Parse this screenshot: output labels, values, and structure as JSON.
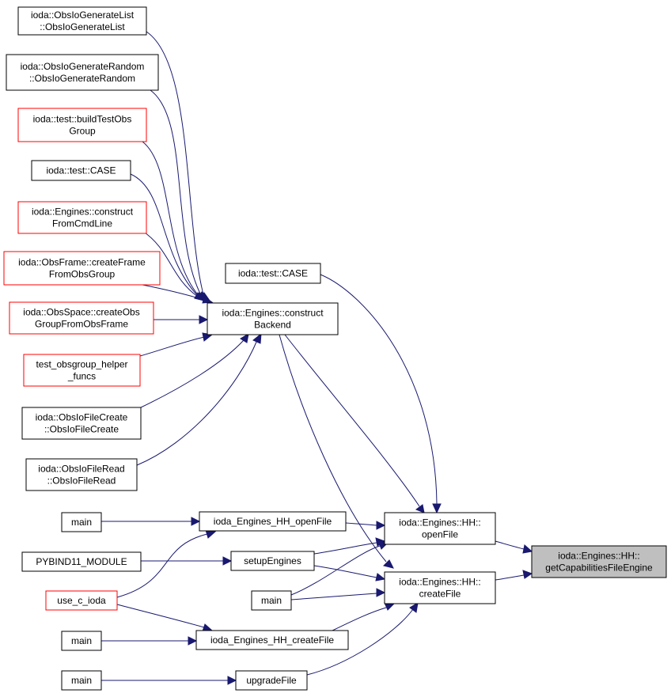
{
  "colors": {
    "edge": "#191970",
    "border_default": "#000000",
    "border_truncated": "#ff0000",
    "highlight_fill": "#bfbfbf"
  },
  "nodes": [
    {
      "id": "n_gen_list",
      "lines": [
        "ioda::ObsIoGenerateList",
        "::ObsIoGenerateList"
      ],
      "border": "black"
    },
    {
      "id": "n_gen_rand",
      "lines": [
        "ioda::ObsIoGenerateRandom",
        "::ObsIoGenerateRandom"
      ],
      "border": "black"
    },
    {
      "id": "n_build_test",
      "lines": [
        "ioda::test::buildTestObs",
        "Group"
      ],
      "border": "red"
    },
    {
      "id": "n_case1",
      "lines": [
        "ioda::test::CASE"
      ],
      "border": "black"
    },
    {
      "id": "n_construct_cmd",
      "lines": [
        "ioda::Engines::construct",
        "FromCmdLine"
      ],
      "border": "red"
    },
    {
      "id": "n_create_frame",
      "lines": [
        "ioda::ObsFrame::createFrame",
        "FromObsGroup"
      ],
      "border": "red"
    },
    {
      "id": "n_create_obs_group",
      "lines": [
        "ioda::ObsSpace::createObs",
        "GroupFromObsFrame"
      ],
      "border": "red"
    },
    {
      "id": "n_test_helper",
      "lines": [
        "test_obsgroup_helper",
        "_funcs"
      ],
      "border": "red"
    },
    {
      "id": "n_file_create",
      "lines": [
        "ioda::ObsIoFileCreate",
        "::ObsIoFileCreate"
      ],
      "border": "black"
    },
    {
      "id": "n_file_read",
      "lines": [
        "ioda::ObsIoFileRead",
        "::ObsIoFileRead"
      ],
      "border": "black"
    },
    {
      "id": "n_main1",
      "lines": [
        "main"
      ],
      "border": "black"
    },
    {
      "id": "n_pybind",
      "lines": [
        "PYBIND11_MODULE"
      ],
      "border": "black"
    },
    {
      "id": "n_use_c_ioda",
      "lines": [
        "use_c_ioda"
      ],
      "border": "red"
    },
    {
      "id": "n_main2",
      "lines": [
        "main"
      ],
      "border": "black"
    },
    {
      "id": "n_main3",
      "lines": [
        "main"
      ],
      "border": "black"
    },
    {
      "id": "n_case2",
      "lines": [
        "ioda::test::CASE"
      ],
      "border": "black"
    },
    {
      "id": "n_construct_backend",
      "lines": [
        "ioda::Engines::construct",
        "Backend"
      ],
      "border": "black"
    },
    {
      "id": "n_hh_openfile_c",
      "lines": [
        "ioda_Engines_HH_openFile"
      ],
      "border": "black"
    },
    {
      "id": "n_setup_engines",
      "lines": [
        "setupEngines"
      ],
      "border": "black"
    },
    {
      "id": "n_main_mid",
      "lines": [
        "main"
      ],
      "border": "black"
    },
    {
      "id": "n_hh_createfile_c",
      "lines": [
        "ioda_Engines_HH_createFile"
      ],
      "border": "black"
    },
    {
      "id": "n_upgrade_file",
      "lines": [
        "upgradeFile"
      ],
      "border": "black"
    },
    {
      "id": "n_hh_openfile",
      "lines": [
        "ioda::Engines::HH::",
        "openFile"
      ],
      "border": "black"
    },
    {
      "id": "n_hh_createfile",
      "lines": [
        "ioda::Engines::HH::",
        "createFile"
      ],
      "border": "black"
    },
    {
      "id": "n_get_caps",
      "lines": [
        "ioda::Engines::HH::",
        "getCapabilitiesFileEngine"
      ],
      "border": "black",
      "highlight": true
    }
  ],
  "edges": [
    {
      "from": "n_gen_list",
      "to": "n_construct_backend"
    },
    {
      "from": "n_gen_rand",
      "to": "n_construct_backend"
    },
    {
      "from": "n_build_test",
      "to": "n_construct_backend"
    },
    {
      "from": "n_case1",
      "to": "n_construct_backend"
    },
    {
      "from": "n_construct_cmd",
      "to": "n_construct_backend"
    },
    {
      "from": "n_create_frame",
      "to": "n_construct_backend"
    },
    {
      "from": "n_create_obs_group",
      "to": "n_construct_backend"
    },
    {
      "from": "n_test_helper",
      "to": "n_construct_backend"
    },
    {
      "from": "n_file_create",
      "to": "n_construct_backend"
    },
    {
      "from": "n_file_read",
      "to": "n_construct_backend"
    },
    {
      "from": "n_construct_backend",
      "to": "n_hh_openfile"
    },
    {
      "from": "n_construct_backend",
      "to": "n_hh_createfile"
    },
    {
      "from": "n_case2",
      "to": "n_hh_openfile"
    },
    {
      "from": "n_main1",
      "to": "n_hh_openfile_c"
    },
    {
      "from": "n_use_c_ioda",
      "to": "n_hh_openfile_c"
    },
    {
      "from": "n_hh_openfile_c",
      "to": "n_hh_openfile"
    },
    {
      "from": "n_pybind",
      "to": "n_setup_engines"
    },
    {
      "from": "n_setup_engines",
      "to": "n_hh_openfile"
    },
    {
      "from": "n_setup_engines",
      "to": "n_hh_createfile"
    },
    {
      "from": "n_main_mid",
      "to": "n_hh_openfile"
    },
    {
      "from": "n_main_mid",
      "to": "n_hh_createfile"
    },
    {
      "from": "n_use_c_ioda",
      "to": "n_hh_createfile_c"
    },
    {
      "from": "n_main2",
      "to": "n_hh_createfile_c"
    },
    {
      "from": "n_hh_createfile_c",
      "to": "n_hh_createfile"
    },
    {
      "from": "n_main3",
      "to": "n_upgrade_file"
    },
    {
      "from": "n_upgrade_file",
      "to": "n_hh_createfile"
    },
    {
      "from": "n_hh_openfile",
      "to": "n_get_caps"
    },
    {
      "from": "n_hh_createfile",
      "to": "n_get_caps"
    }
  ]
}
